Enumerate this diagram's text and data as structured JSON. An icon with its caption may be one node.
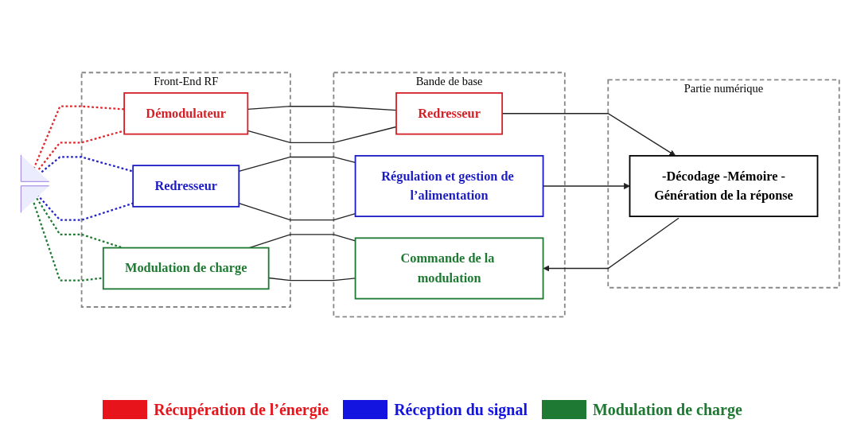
{
  "diagram": {
    "nodes": [
      {
        "text": [],
        "shape": "picture"
      },
      {
        "text": [
          "Front-End RF"
        ]
      },
      {
        "text": [
          "Démodulateur"
        ],
        "in": 1
      },
      {
        "text": [
          "Redresseur"
        ],
        "in": 1
      },
      {
        "text": [
          "Modulation de charge"
        ],
        "in": 1
      },
      {
        "text": [
          "Bande de base"
        ]
      },
      {
        "text": [
          "Redresseur"
        ],
        "in": 5
      },
      {
        "text": [
          "Régulation et gestion de l’alimentation"
        ],
        "in": 5
      },
      {
        "text": [
          "Commande de la modulation"
        ],
        "in": 5
      },
      {
        "text": [
          "Partie numérique"
        ]
      },
      {
        "text": [
          "-Décodage -Mémoire -Génération de la réponse"
        ],
        "in": 9
      }
    ],
    "edges": [
      {
        "from": 0,
        "to": 2,
        "arrow": "none",
        "style": "dashed",
        "color": "#e3262b"
      },
      {
        "from": 0,
        "to": 2,
        "arrow": "none",
        "style": "dashed",
        "color": "#e3262b"
      },
      {
        "from": 0,
        "to": 3,
        "arrow": "none",
        "style": "dashed",
        "color": "#2424c8"
      },
      {
        "from": 0,
        "to": 3,
        "arrow": "none",
        "style": "dashed",
        "color": "#2424c8"
      },
      {
        "from": 0,
        "to": 4,
        "arrow": "none",
        "style": "dashed",
        "color": "#1e7a32"
      },
      {
        "from": 0,
        "to": 4,
        "arrow": "none",
        "style": "dashed",
        "color": "#1e7a32"
      },
      {
        "from": 2,
        "to": 6,
        "arrow": "none"
      },
      {
        "from": 2,
        "to": 6,
        "arrow": "none"
      },
      {
        "from": 3,
        "to": 7,
        "arrow": "none"
      },
      {
        "from": 3,
        "to": 7,
        "arrow": "none"
      },
      {
        "from": 4,
        "to": 8,
        "arrow": "none"
      },
      {
        "from": 4,
        "to": 8,
        "arrow": "none"
      },
      {
        "from": 6,
        "to": 10,
        "arrow": "to"
      },
      {
        "from": 7,
        "to": 10,
        "arrow": "to"
      },
      {
        "from": 10,
        "to": 8,
        "arrow": "to"
      }
    ],
    "legend": [
      {
        "text": "Récupération de l’énergie",
        "color": "#e8141b"
      },
      {
        "text": "Réception du signal",
        "color": "#1414e0"
      },
      {
        "text": "Modulation de charge",
        "color": "#1e7a32"
      }
    ]
  }
}
